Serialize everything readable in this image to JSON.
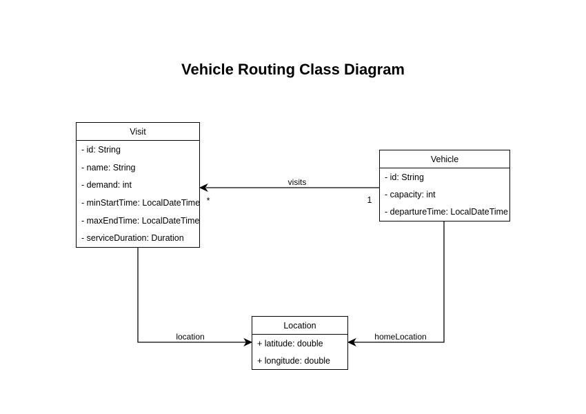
{
  "title": "Vehicle Routing Class Diagram",
  "colors": {
    "background": "#ffffff",
    "stroke": "#000000",
    "text": "#000000"
  },
  "classes": [
    {
      "name": "Visit",
      "attributes": [
        "- id: String",
        "- name: String",
        "- demand: int",
        "- minStartTime: LocalDateTime",
        "- maxEndTime: LocalDateTime",
        "- serviceDuration: Duration"
      ]
    },
    {
      "name": "Vehicle",
      "attributes": [
        "- id: String",
        "- capacity: int",
        "- departureTime: LocalDateTime"
      ]
    },
    {
      "name": "Location",
      "attributes": [
        "+ latitude: double",
        "+ longitude: double"
      ]
    }
  ],
  "relationships": [
    {
      "label": "visits",
      "from": "Vehicle",
      "to": "Visit",
      "from_multiplicity": "1",
      "to_multiplicity": "*"
    },
    {
      "label": "location",
      "from": "Visit",
      "to": "Location"
    },
    {
      "label": "homeLocation",
      "from": "Vehicle",
      "to": "Location"
    }
  ]
}
